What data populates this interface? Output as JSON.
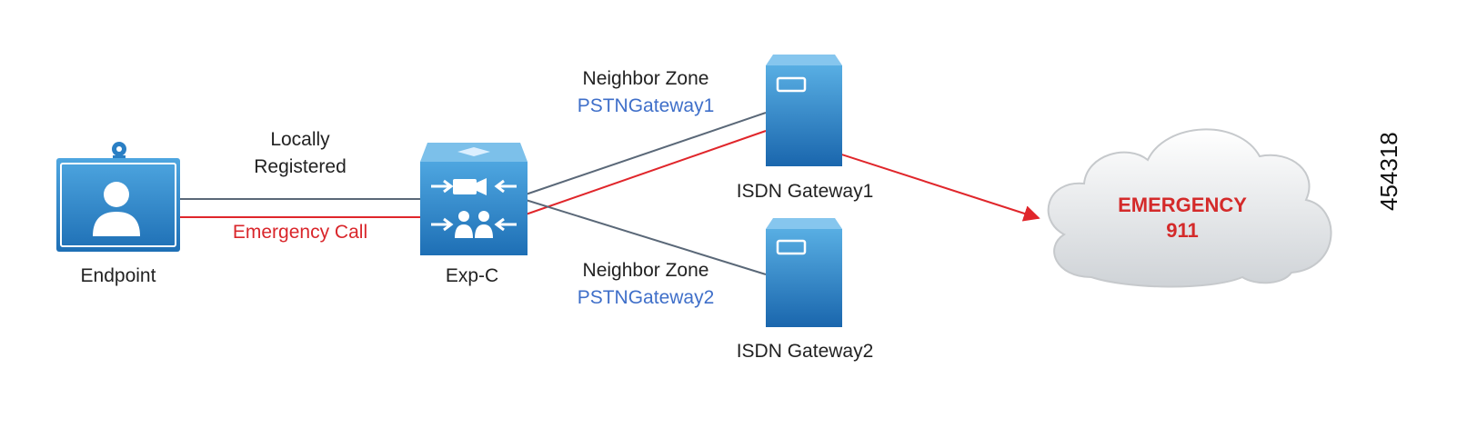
{
  "nodes": {
    "endpoint": {
      "label": "Endpoint"
    },
    "expc": {
      "label": "Exp-C"
    },
    "gateway1": {
      "label": "ISDN Gateway1"
    },
    "gateway2": {
      "label": "ISDN Gateway2"
    },
    "cloud": {
      "line1": "EMERGENCY",
      "line2": "911"
    }
  },
  "links": {
    "locally_registered": {
      "line1": "Locally",
      "line2": "Registered"
    },
    "emergency_call": {
      "label": "Emergency Call"
    },
    "zone1": {
      "title": "Neighbor Zone",
      "name": "PSTNGateway1"
    },
    "zone2": {
      "title": "Neighbor Zone",
      "name": "PSTNGateway2"
    }
  },
  "figure_id": "454318",
  "colors": {
    "device_blue": "#2a7fc4",
    "link_gray": "#5a6878",
    "emergency_red": "#e0262b",
    "zone_blue": "#3f6fc9"
  },
  "icons": {
    "endpoint": "video-endpoint-icon",
    "expc": "expressway-icon",
    "gateway": "server-icon",
    "cloud": "cloud-icon"
  }
}
